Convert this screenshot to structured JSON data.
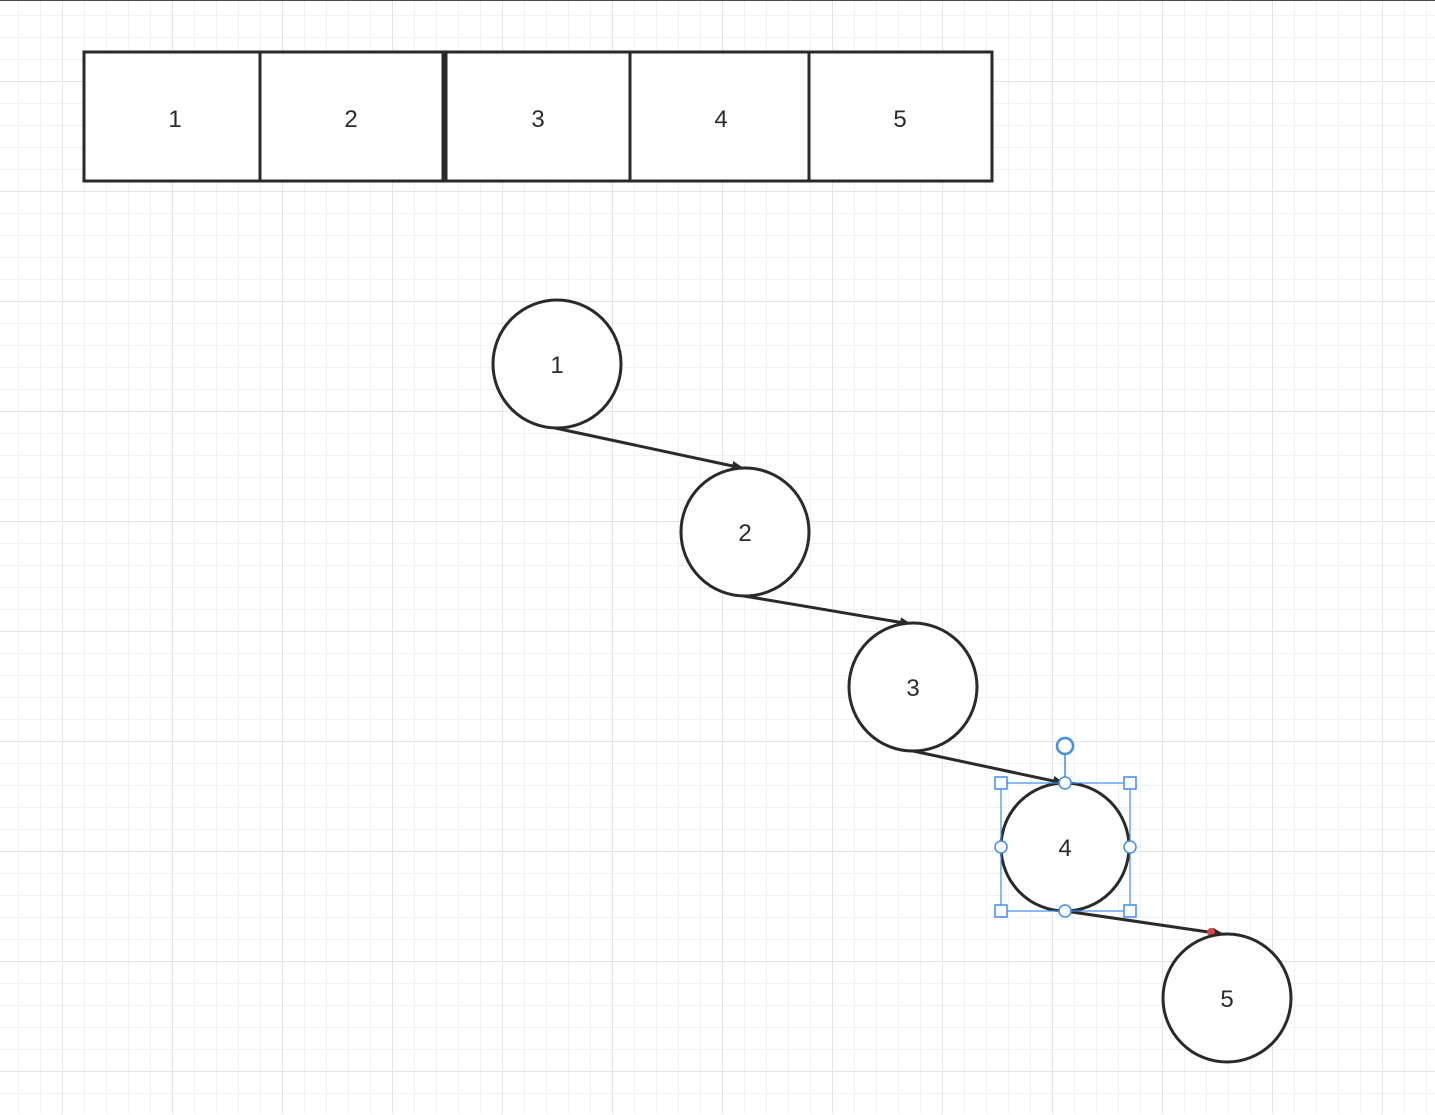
{
  "array": {
    "cells": [
      {
        "label": "1"
      },
      {
        "label": "2"
      },
      {
        "label": "3"
      },
      {
        "label": "4"
      },
      {
        "label": "5"
      }
    ]
  },
  "list": {
    "nodes": [
      {
        "label": "1"
      },
      {
        "label": "2"
      },
      {
        "label": "3"
      },
      {
        "label": "4",
        "selected": true
      },
      {
        "label": "5"
      }
    ],
    "edges": [
      {
        "from": "1",
        "to": "2"
      },
      {
        "from": "2",
        "to": "3"
      },
      {
        "from": "3",
        "to": "4"
      },
      {
        "from": "4",
        "to": "5"
      }
    ]
  },
  "colors": {
    "stroke": "#2a2a2a",
    "selection": "#3d8ef0",
    "connection_point": "#e04848",
    "grid_major": "#e3e3e3",
    "grid_minor": "#f1f1f1"
  }
}
